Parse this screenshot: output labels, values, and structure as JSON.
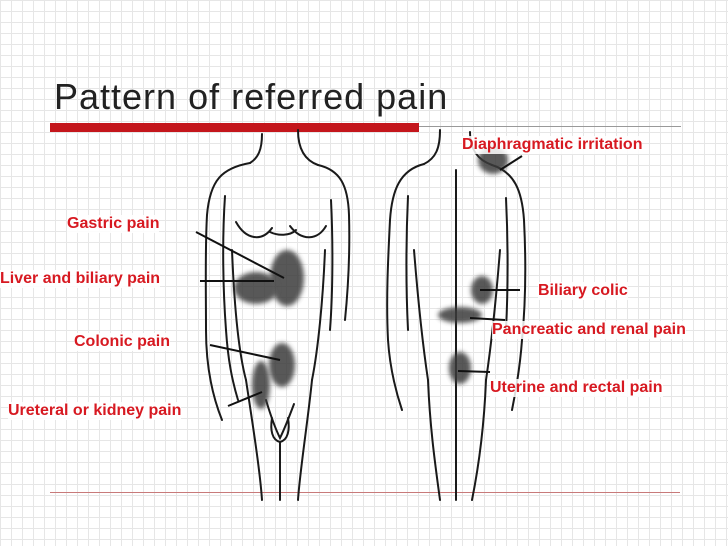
{
  "title": "Pattern of referred pain",
  "labels": {
    "diaphragmatic": "Diaphragmatic irritation",
    "gastric": "Gastric pain",
    "liver": "Liver and biliary pain",
    "biliary_colic": "Biliary colic",
    "pancreatic": "Pancreatic and renal pain",
    "colonic": "Colonic pain",
    "uterine": "Uterine and rectal pain",
    "ureteral": "Ureteral or kidney pain"
  },
  "colors": {
    "label": "#d71921",
    "accent_bar": "#c4161c",
    "shading": "#3a3a3a"
  }
}
